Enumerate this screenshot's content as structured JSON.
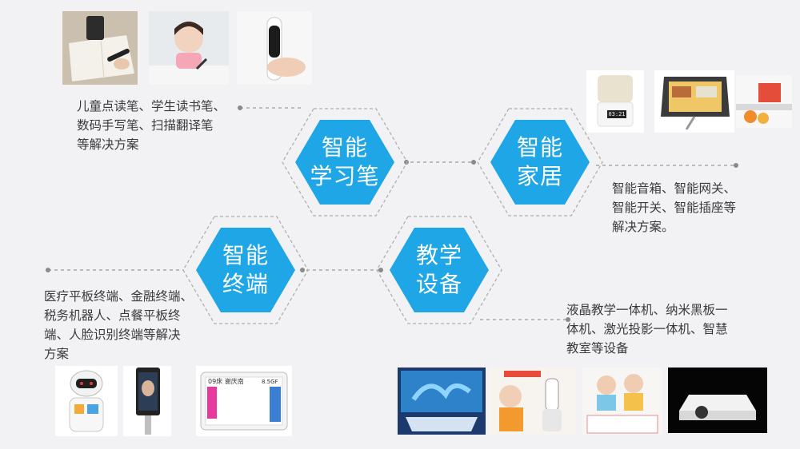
{
  "hexagons": {
    "learning_pen": {
      "label": "智能\n学习笔"
    },
    "smart_home": {
      "label": "智能\n家居"
    },
    "terminal": {
      "label": "智能\n终端"
    },
    "education": {
      "label": "教学\n设备"
    }
  },
  "descriptions": {
    "learning_pen": "儿童点读笔、学生读书笔、\n数码手写笔、扫描翻译笔\n等解决方案",
    "smart_home": "智能音箱、智能网关、\n智能开关、智能插座等\n解决方案。",
    "terminal": "医疗平板终端、金融终端、\n税务机器人、点餐平板终\n端、人脸识别终端等解决\n方案",
    "education": "液晶教学一体机、纳米黑板一\n体机、激光投影一体机、智慧\n教室等设备"
  },
  "photo_text": {
    "clock_display": "03:21",
    "tablet_header": "09床 谢庆南",
    "tablet_tag": "8.5GF"
  },
  "colors": {
    "background": "#f2f2f4",
    "hex_fill": "#1fa6e6",
    "hex_outline": "#b0b0b0",
    "connector": "#9a9a9a",
    "text": "#3a3a3a"
  }
}
